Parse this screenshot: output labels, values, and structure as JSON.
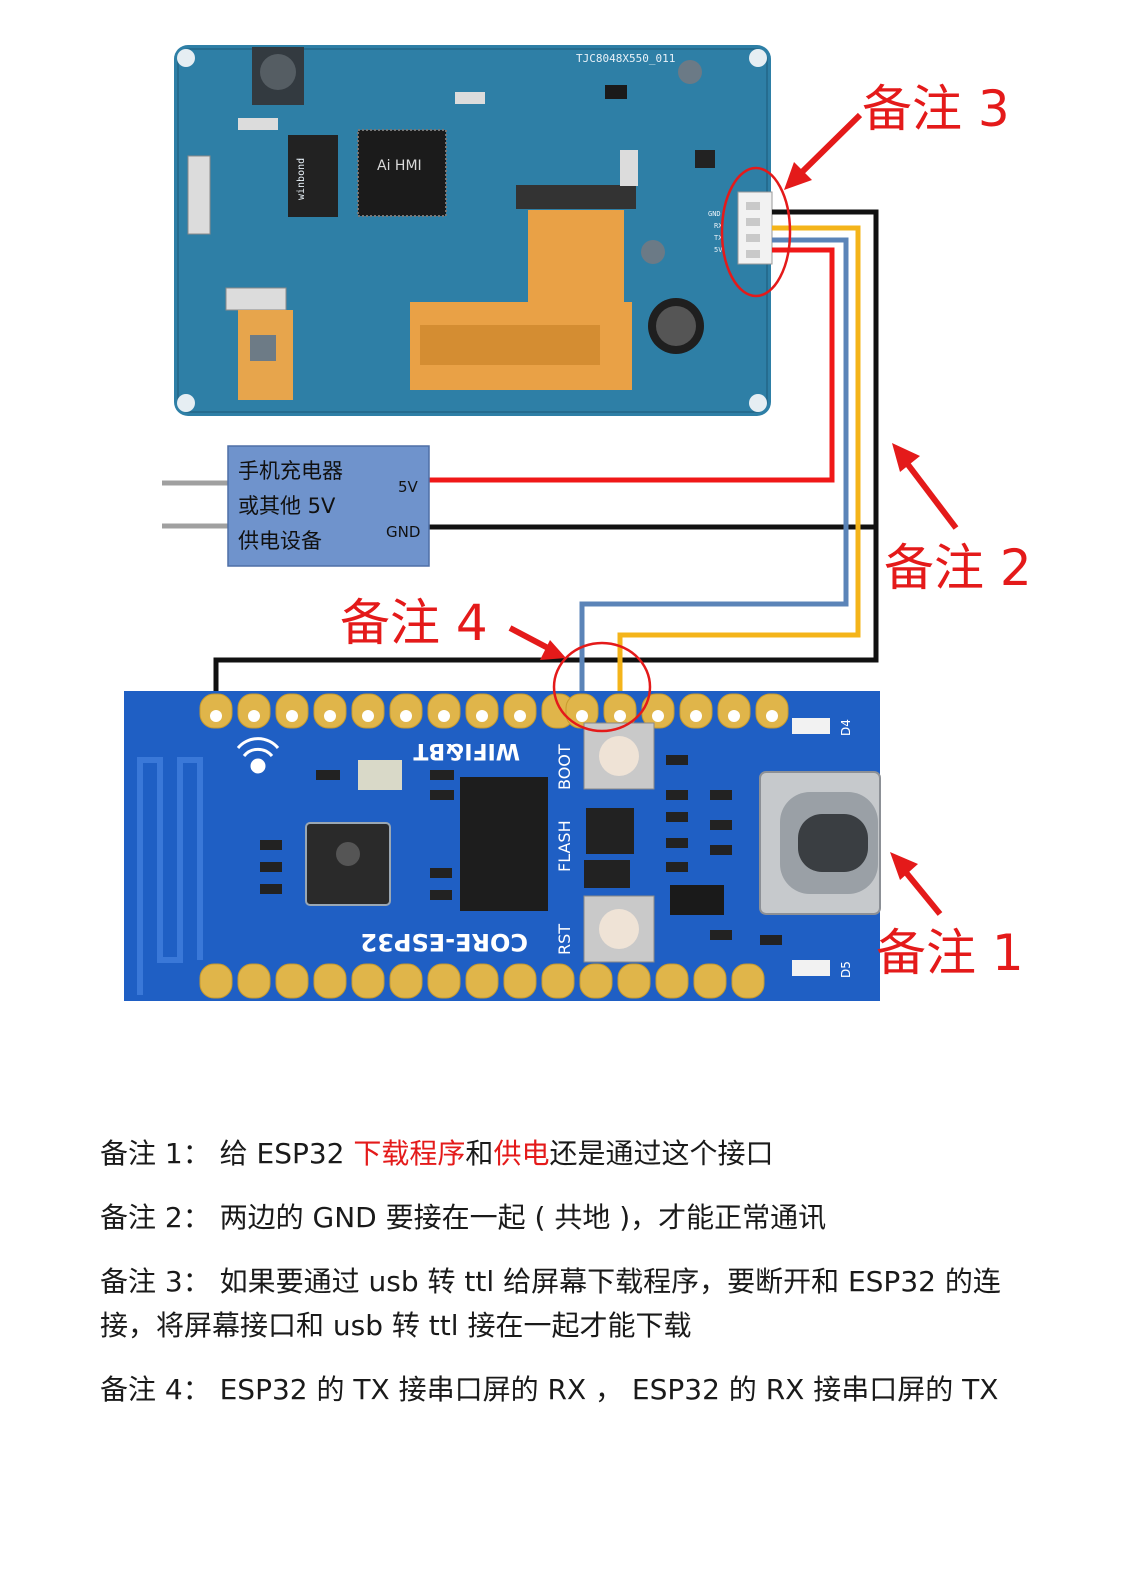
{
  "colors": {
    "wire_red": "#f01818",
    "wire_black": "#111111",
    "wire_blue": "#5b84b8",
    "wire_yellow": "#f4b41a",
    "callout_red": "#e41a1a",
    "pcb_screen": "#2e7fa6",
    "pcb_esp32": "#1f5fc4",
    "supply_box": "#6f93cc"
  },
  "screen_board": {
    "model_label": "TJC8048X550_011",
    "chip_label": "Ai HMI",
    "flash_brand": "winbond",
    "pin_labels": [
      "GND",
      "RX",
      "TX",
      "5V"
    ]
  },
  "power_supply": {
    "lines": [
      "手机充电器",
      "或其他 5V",
      "供电设备"
    ],
    "pin_5v": "5V",
    "pin_gnd": "GND"
  },
  "esp32_board": {
    "board_name": "CORE-ESP32",
    "wifi_bt_label": "WIFI&BT",
    "boot_label": "BOOT",
    "rst_label": "RST",
    "flash_label": "FLASH",
    "led_d4": "D4",
    "led_d5": "D5"
  },
  "callouts": {
    "c1": "备注 1",
    "c2": "备注 2",
    "c3": "备注 3",
    "c4": "备注 4"
  },
  "notes": {
    "n1": {
      "label": "备注 1：",
      "pre": " 给 ESP32 ",
      "h1": "下载程序",
      "mid": "和",
      "h2": "供电",
      "post": "还是通过这个接口"
    },
    "n2": {
      "label": "备注 2：",
      "text": " 两边的 GND 要接在一起 ( 共地 )，才能正常通讯"
    },
    "n3": {
      "label": "备注 3：",
      "text": " 如果要通过 usb 转 ttl 给屏幕下载程序，要断开和 ESP32 的连接，将屏幕接口和 usb 转 ttl 接在一起才能下载"
    },
    "n4": {
      "label": "备注 4：",
      "text": "  ESP32 的 TX 接串口屏的 RX ，  ESP32 的 RX 接串口屏的 TX"
    }
  }
}
